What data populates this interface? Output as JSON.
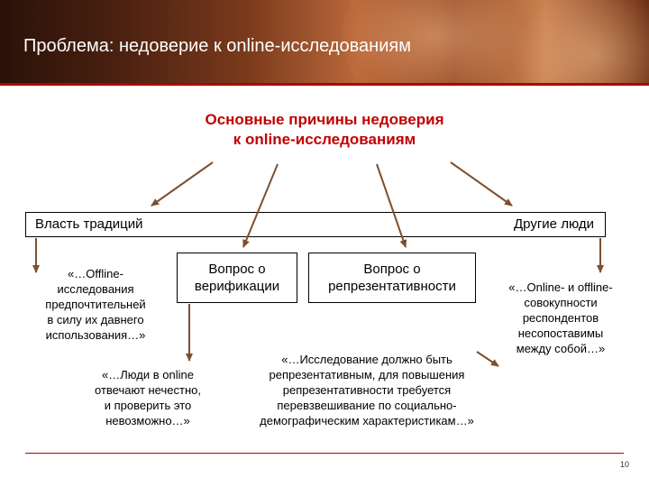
{
  "header": {
    "title": "Проблема: недоверие к online-исследованиям"
  },
  "diagram": {
    "center_title": [
      "Основные причины недоверия",
      "к online-исследованиям"
    ],
    "bar_left": "Власть традиций",
    "bar_right": "Другие люди",
    "box_verification": [
      "Вопрос о",
      "верификации"
    ],
    "box_representativeness": [
      "Вопрос о",
      "репрезентативности"
    ],
    "text_offline": [
      "«…Offline-",
      "исследования",
      "предпочтительней",
      "в силу их давнего",
      "использования…»"
    ],
    "text_people": [
      "«…Люди в online",
      "отвечают нечестно,",
      "и проверить это",
      "невозможно…»"
    ],
    "text_research": [
      "«…Исследование должно быть",
      "репрезентативным, для повышения",
      "репрезентативности требуется",
      "перевзвешивание по социально-",
      "демографическим характеристикам…»"
    ],
    "text_online": [
      "«…Online- и offline-",
      "совокупности",
      "респондентов",
      "несопоставимы",
      "между собой…»"
    ]
  },
  "footer": {
    "page_number": "10"
  },
  "colors": {
    "accent_red": "#c00000",
    "rule_red": "#b30000"
  }
}
